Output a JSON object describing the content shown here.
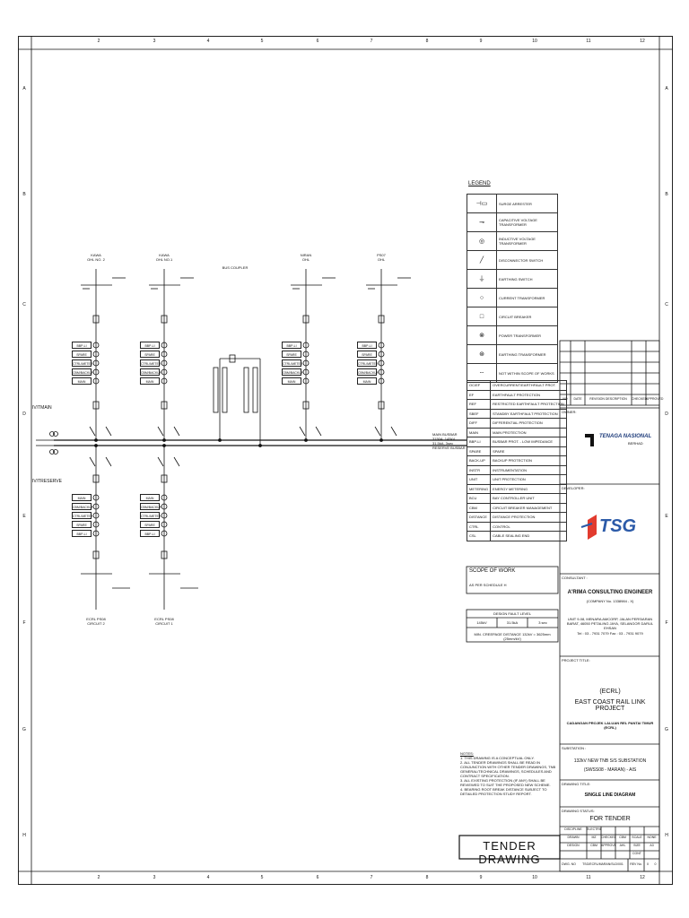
{
  "column_numbers": [
    "2",
    "3",
    "4",
    "5",
    "6",
    "7",
    "8",
    "9",
    "10",
    "11",
    "12"
  ],
  "row_letters": [
    "A",
    "B",
    "C",
    "D",
    "E",
    "F",
    "G",
    "H"
  ],
  "legend": {
    "title": "LEGEND",
    "items": [
      {
        "symbol": "surge-arrester-icon",
        "glyph": "⊣▭",
        "label": "SURGE ARRESTER"
      },
      {
        "symbol": "cvt-icon",
        "glyph": "⊸",
        "label": "CAPACITIVE VOLTAGE TRANSFORMER"
      },
      {
        "symbol": "ivt-icon",
        "glyph": "◎",
        "label": "INDUCTIVE VOLTAGE TRANSFORMER"
      },
      {
        "symbol": "disconnector-icon",
        "glyph": "╱",
        "label": "DISCONNECTOR SWITCH"
      },
      {
        "symbol": "earthing-switch-icon",
        "glyph": "⏚",
        "label": "EARTHING SWITCH"
      },
      {
        "symbol": "ct-icon",
        "glyph": "○",
        "label": "CURRENT TRANSFORMER"
      },
      {
        "symbol": "circuit-breaker-icon",
        "glyph": "□",
        "label": "CIRCUIT BREAKER"
      },
      {
        "symbol": "power-transformer-icon",
        "glyph": "⊗",
        "label": "POWER TRANSFORMER"
      },
      {
        "symbol": "earthing-transformer-icon",
        "glyph": "⊛",
        "label": "EARTHING TRANSFORMER"
      },
      {
        "symbol": "dashed-box-icon",
        "glyph": "┄",
        "label": "NOT WITHIN SCOPE OF WORKS"
      }
    ]
  },
  "abbreviations": [
    [
      "OC/EF",
      "OVERCURRENT/EARTHFAULT PROT."
    ],
    [
      "EF",
      "EARTHFAULT PROTECTION"
    ],
    [
      "REF",
      "RESTRICTED EARTHFAULT PROTECTION"
    ],
    [
      "SBEF",
      "STANDBY EARTHFAULT PROTECTION"
    ],
    [
      "DIFF",
      "DIFFERENTIAL PROTECTION"
    ],
    [
      "MAIN",
      "MAIN PROTECTION"
    ],
    [
      "BBP-LI",
      "BUSBAR PROT. - LOW IMPEDANCE"
    ],
    [
      "SPARE",
      "SPARE"
    ],
    [
      "BACK-UP",
      "BACKUP PROTECTION"
    ],
    [
      "INSTR",
      "INSTRUMENTATION"
    ],
    [
      "UNIT",
      "UNIT PROTECTION"
    ],
    [
      "METERING",
      "ENERGY METERING"
    ],
    [
      "BCU",
      "BAY CONTROLLER UNIT"
    ],
    [
      "CBM",
      "CIRCUIT BREAKER MANAGEMENT"
    ],
    [
      "DISTANCE",
      "DISTANCE PROTECTION"
    ],
    [
      "CTRL",
      "CONTROL"
    ],
    [
      "CSL",
      "CABLE SEALING END"
    ]
  ],
  "scope_of_work": {
    "title": "SCOPE OF WORK",
    "text": "AS PER SCHEDULE H"
  },
  "design_fault_level": {
    "title": "DESIGN FAULT LEVEL",
    "values": [
      "145kV",
      "31.5kA",
      "3 sec"
    ],
    "creepage": "MIN. CREEPAGE DISTANCE 132kV = 3625mm (25mm/kV)"
  },
  "notes": {
    "title": "NOTES:",
    "lines": [
      "1. THIS DRAWING IS A CONCEPTUAL ONLY.",
      "2. ALL TENDER DRAWINGS SHALL BE READ IN CONJUNCTION WITH OTHER TENDER DRAWINGS, TNB GENERAL/TECHNICAL DRAWINGS, SCHEDULES AND CONTRACT SPECIFICATION.",
      "3. ALL EXISTING PROTECTION (IF ANY) SHALL BE REVIEWED TO SUIT THE PROPOSED NEW SCHEME.",
      "4. BEARING ROOT BREAK DISTANCE SUBJECT TO DETAILED PROTECTION STUDY REPORT."
    ]
  },
  "tender_stamp": "TENDER DRAWING",
  "feeders": [
    {
      "name": "KAWA",
      "sub": "OHL NO. 2"
    },
    {
      "name": "KAWA",
      "sub": "OHL NO.1"
    },
    {
      "name": "BUS COUPLER",
      "sub": ""
    },
    {
      "name": "NIRAN",
      "sub": "OHL"
    },
    {
      "name": "PS07",
      "sub": "OHL"
    }
  ],
  "bottom_feeders": [
    {
      "name": "ECRL PS08",
      "sub": "CIRCUIT 2"
    },
    {
      "name": "ECRL PS08",
      "sub": "CIRCUIT 1"
    }
  ],
  "bus_labels": {
    "main": "MAIN BUSBAR",
    "rating": "3150A, 145kV, 31.5kA, 3sec",
    "reserve": "RESERVE BUSBAR"
  },
  "side_labels": {
    "main": "IV/TMAIN",
    "reserve": "IV/TRESERVE"
  },
  "relays_top": [
    "BBP-LI",
    "SPARE",
    "CTRL/METER",
    "CBM/BACKUP",
    "MAIN"
  ],
  "relays_bottom": [
    "MAIN",
    "CBM/BACKUP",
    "CTRL/METER",
    "SPARE",
    "BBP-LI"
  ],
  "title_block": {
    "revision_headers": [
      "NO",
      "DATE",
      "REVISION DESCRIPTION",
      "CHECKED",
      "APPROVED"
    ],
    "owner_label": "OWNER:",
    "owner_name": "TENAGA NASIONAL",
    "owner_suffix": "BERHAD",
    "developer_label": "DEVELOPER:",
    "developer_name": "TSG",
    "consultant_label": "CONSULTANT :",
    "consultant_name": "A'RIMA CONSULTING ENGINEER",
    "consultant_company": "(COMPANY No. 1338984 - X)",
    "consultant_address": "UNIT 9-08, MENARA AMCORP, JALAN PERSIARAN BARAT, 46050 PETALING JAYA, SELANGOR DARUL EHSAN",
    "consultant_tel": "Tel : 03 - 7931 7079   Fax : 03 - 7931 9079",
    "project_title_label": "PROJECT TITLE:",
    "project_code": "(ECRL)",
    "project_name": "EAST COAST RAIL LINK PROJECT",
    "project_sub": "CADANGAN PROJEK LALUAN REL PANTAI TIMUR (ECRL)",
    "substation_label": "SUBSTATION :",
    "substation_line1": "132kV NEW TNB S/S SUBSTATION",
    "substation_line2": "(SWSS08 - MARAN) - AIS",
    "drawing_title_label": "DRAWING TITLE:",
    "drawing_title": "SINGLE LINE DIAGRAM",
    "drawing_status_label": "DRAWING STATUS:",
    "drawing_status": "FOR TENDER",
    "discipline_label": "DISCIPLINE",
    "discipline": "ELECTRICAL",
    "drawn_label": "DRAWN",
    "drawn": "MZ",
    "checked_label": "CHECKED",
    "checked": "CBM",
    "scale_label": "SCALE",
    "scale": "NONE",
    "design_label": "DESIGN",
    "design": "CBM",
    "approved_label": "APPROVED",
    "approved": "AHL",
    "size_label": "SIZE",
    "size": "A3",
    "cont_label": "CONT",
    "dwg_no_label": "DWG. NO",
    "dwg_no": "TSG/ECRL/MARAN/SLD/001",
    "rev_label": "REV No.",
    "rev": "0",
    "sheet": "0"
  }
}
